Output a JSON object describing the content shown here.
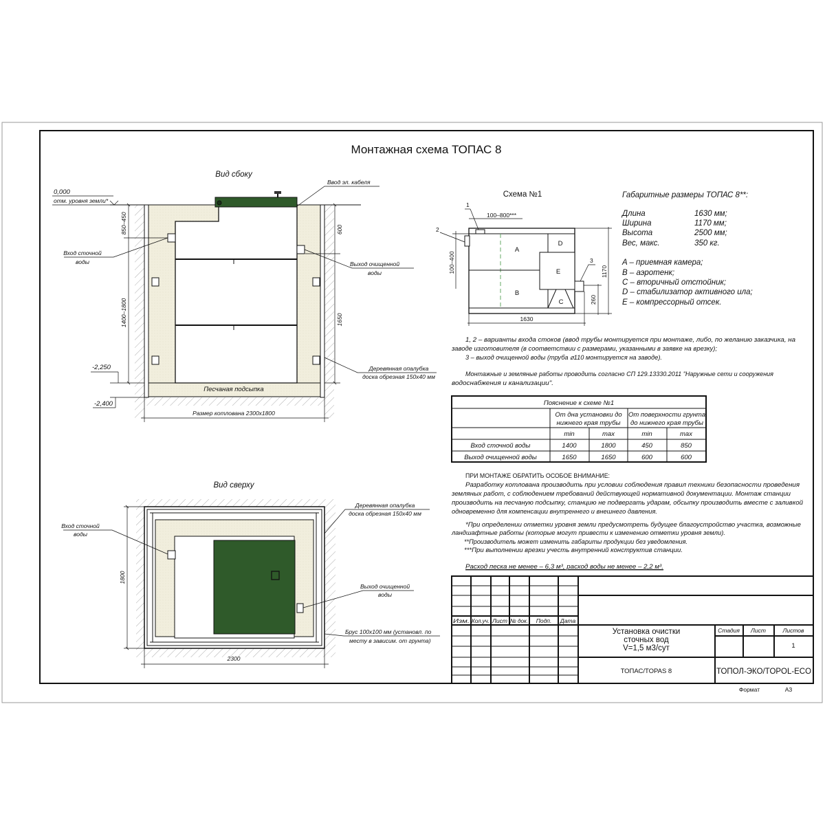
{
  "title": "Монтажная схема ТОПАС 8",
  "colors": {
    "tank_green": "#2f5a2a",
    "sand": "#f1eedd",
    "line": "#111111"
  },
  "side_view": {
    "heading": "Вид сбоку",
    "elevation_zero": "0,000",
    "elevation_zero_label": "отм. уровня земли*",
    "elevation_2250": "-2,250",
    "elevation_2400": "-2,400",
    "cable_label": "Ввод эл. кабеля",
    "inlet_label": [
      "Вход сточной",
      "воды"
    ],
    "outlet_label": [
      "Выход очищенной",
      "воды"
    ],
    "formwork_label": [
      "Деревянная опалубка",
      "доска обрезная 150х40 мм"
    ],
    "sand_label": "Песчаная подсыпка",
    "pit_size_label": "Размер котлована 2300х1800",
    "dims": {
      "d850_450": "850–450",
      "d1400_1800": "1400–1800",
      "d600": "600",
      "d1650": "1650"
    }
  },
  "top_view": {
    "heading": "Вид сверху",
    "formwork_label": [
      "Деревянная опалубка",
      "доска обрезная 150х40 мм"
    ],
    "inlet_label": [
      "Вход сточной",
      "воды"
    ],
    "outlet_label": [
      "Выход очищенной",
      "воды"
    ],
    "beam_label": [
      "Брус 100х100 мм (установл. по",
      "месту в зависим. от грунта)"
    ],
    "dim_1800": "1800",
    "dim_2300": "2300"
  },
  "scheme": {
    "heading": "Схема №1",
    "marker_1": "1",
    "marker_2": "2",
    "marker_3": "3",
    "dim_100_800": "100–800***",
    "dim_100_400": "100–400",
    "dim_1630": "1630",
    "dim_1170": "1170",
    "dim_260": "260",
    "zones": {
      "a": "A",
      "b": "B",
      "c": "C",
      "d": "D",
      "e": "E"
    }
  },
  "specs": {
    "heading": "Габаритные размеры ТОПАС 8**:",
    "rows": [
      {
        "name": "Длина",
        "value": "1630 мм;"
      },
      {
        "name": "Ширина",
        "value": "1170 мм;"
      },
      {
        "name": "Высота",
        "value": "2500 мм;"
      },
      {
        "name": "Вес, макс.",
        "value": "350 кг."
      }
    ],
    "legend": [
      "A – приемная камера;",
      "B – аэротенк;",
      "C – вторичный отстойник;",
      "D – стабилизатор активного ила;",
      "E – компрессорный отсек."
    ]
  },
  "notes": [
    "1, 2 – варианты входа  стоков (ввод трубы монтируется при монтаже, либо, по желанию заказчика, на",
    "заводе изготовителя (в соответствии с размерами, указанными в заявке на врезку);",
    "3 – выход очищенной воды (труба ⌀110 монтируется на заводе).",
    "Монтажные и земляные работы проводить согласно СП 129.13330.2011 \"Наружные сети и сооружения",
    "водоснабжения и канализации\"."
  ],
  "table": {
    "title": "Пояснение к схеме №1",
    "group_1": [
      "От дна установки до",
      "нижнего края трубы"
    ],
    "group_2": [
      "От поверхности грунта",
      "до нижнего края трубы"
    ],
    "sub": [
      "min",
      "max",
      "min",
      "max"
    ],
    "rows": [
      {
        "label": "Вход сточной воды",
        "values": [
          "1400",
          "1800",
          "450",
          "850"
        ]
      },
      {
        "label": "Выход очищенной воды",
        "values": [
          "1650",
          "1650",
          "600",
          "600"
        ]
      }
    ]
  },
  "warning": {
    "heading": "ПРИ МОНТАЖЕ ОБРАТИТЬ ОСОБОЕ ВНИМАНИЕ:",
    "lines": [
      "Разработку котлована производить при условии соблюдения правил техники безопасности проведения",
      "земляных работ, с соблюдением требований действующей нормативной документации. Монтаж станции",
      "производить на песчаную подсыпку, станцию не подвергать ударам, обсыпку производить вместе с заливкой",
      "одновременно для компенсации внутреннего и внешнего давления."
    ],
    "footnotes": [
      "*При определении отметки уровня земли предусмотреть будущее благоустройство участка, возможные",
      "ландшафтные работы (которые могут привести к изменению отметки уровня земли).",
      "**Производитель может изменить габариты продукции без уведомления.",
      "***При выполнении врезки учесть внутренний конструктив станции."
    ],
    "consumption": "Расход песка не менее – 6,3 м³, расход воды не менее – 2,2 м³."
  },
  "title_block": {
    "columns": [
      "Изм.",
      "Кол.уч.",
      "Лист",
      "№ док.",
      "Подп.",
      "Дата"
    ],
    "name": [
      "Установка очистки",
      "сточных вод",
      "V=1,5 м3/сут"
    ],
    "stage_label": "Стадия",
    "sheet_label": "Лист",
    "sheets_label": "Листов",
    "sheets_value": "1",
    "product": "ТОПАС/TOPAS 8",
    "company": "ТОПОЛ-ЭКО/TOPOL-ECO",
    "format_label": "Формат",
    "format_value": "А3"
  }
}
